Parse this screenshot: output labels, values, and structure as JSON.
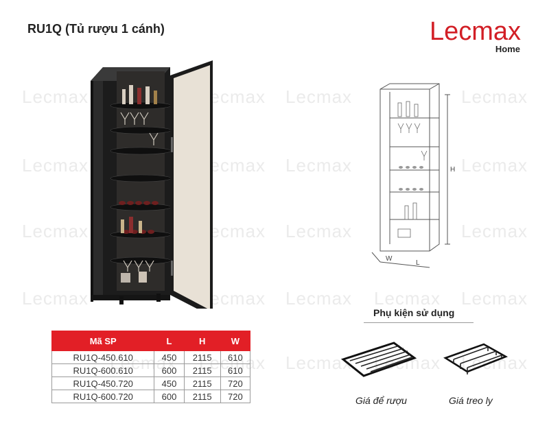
{
  "page": {
    "title": "RU1Q (Tủ rượu 1 cánh)"
  },
  "logo": {
    "main": "Lecmax",
    "sub": "Home",
    "color": "#d21f26"
  },
  "watermark": {
    "text": "Lecmax"
  },
  "spec_table": {
    "header_color": "#e21f26",
    "headers": [
      "Mã SP",
      "L",
      "H",
      "W"
    ],
    "rows": [
      [
        "RU1Q-450.610",
        "450",
        "2115",
        "610"
      ],
      [
        "RU1Q-600.610",
        "600",
        "2115",
        "610"
      ],
      [
        "RU1Q-450.720",
        "450",
        "2115",
        "720"
      ],
      [
        "RU1Q-600.720",
        "600",
        "2115",
        "720"
      ]
    ]
  },
  "dimensions": {
    "h_label": "H",
    "w_label": "W",
    "l_label": "L"
  },
  "accessories": {
    "title": "Phụ kiện sử dụng",
    "items": [
      {
        "label": "Giá để rượu"
      },
      {
        "label": "Giá treo ly"
      }
    ]
  }
}
